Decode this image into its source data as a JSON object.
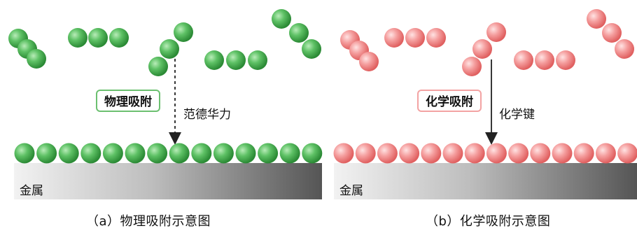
{
  "panel_a": {
    "label": "物理吸附",
    "force": "范德华力",
    "metal": "金属",
    "caption": "（a）物理吸附示意图",
    "molecule_color": "#4caf50",
    "arrow_style": "dashed"
  },
  "panel_b": {
    "label": "化学吸附",
    "force": "化学键",
    "metal": "金属",
    "caption": "（b）化学吸附示意图",
    "molecule_color": "#f28b8b",
    "arrow_style": "solid"
  }
}
